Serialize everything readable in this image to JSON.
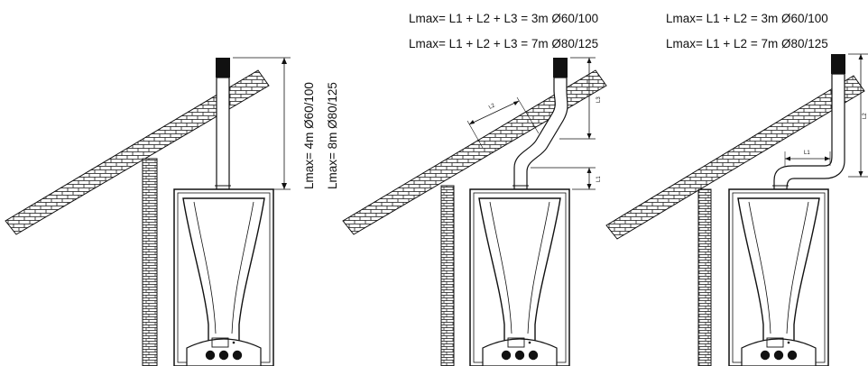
{
  "diagram": {
    "panel1": {
      "label_4m": "Lmax= 4m Ø60/100",
      "label_8m": "Lmax= 8m Ø80/125"
    },
    "panel2": {
      "formula_3m": "Lmax= L1 + L2 + L3 = 3m Ø60/100",
      "formula_7m": "Lmax= L1 + L2 + L3 = 7m Ø80/125",
      "dim_l1": "L1",
      "dim_l2": "L2",
      "dim_l3": "L3"
    },
    "panel3": {
      "formula_3m": "Lmax= L1 + L2 = 3m Ø60/100",
      "formula_7m": "Lmax= L1 + L2 = 7m Ø80/125",
      "dim_l1": "L1",
      "dim_l2": "L2"
    }
  }
}
